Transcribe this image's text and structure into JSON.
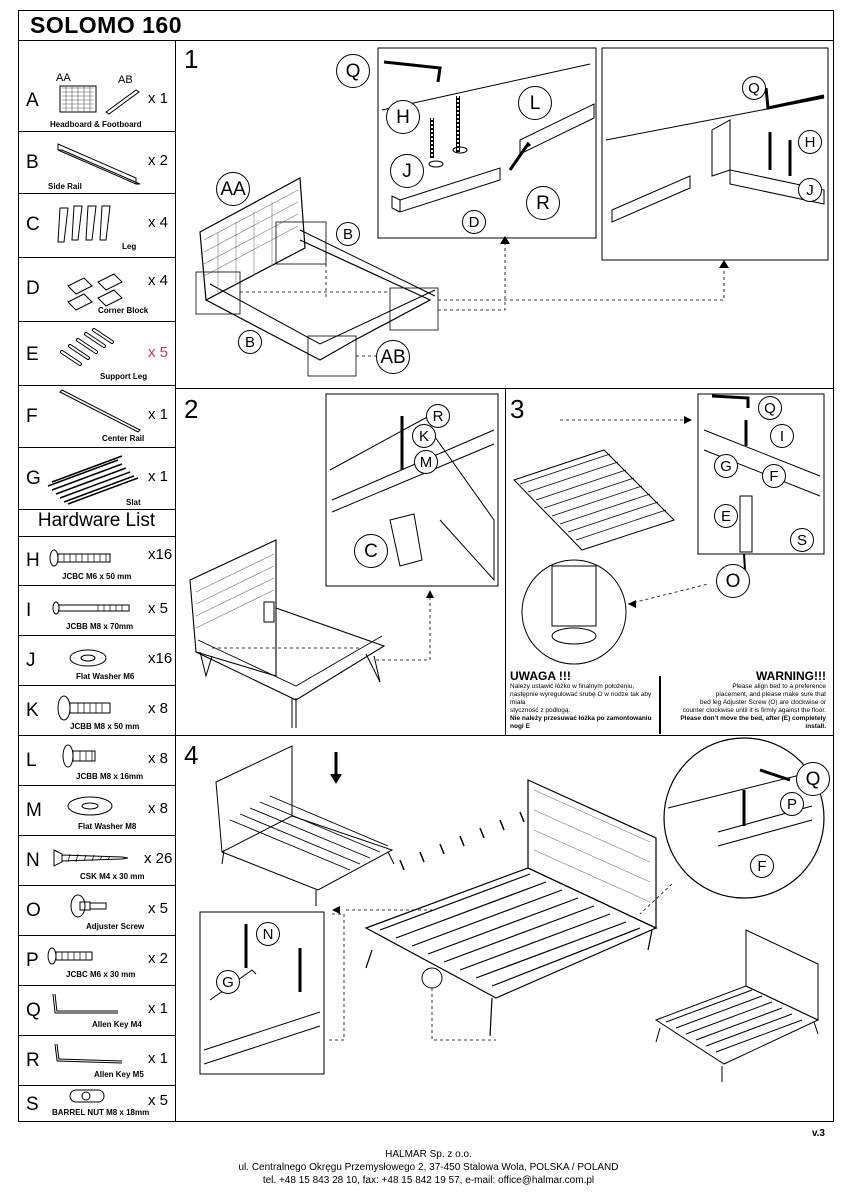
{
  "title": "SOLOMO 160",
  "parts": [
    {
      "letter": "A",
      "labels": [
        "AA",
        "AB"
      ],
      "caption": "Headboard & Footboard",
      "qty": "x 1"
    },
    {
      "letter": "B",
      "caption": "Side Rail",
      "qty": "x 2"
    },
    {
      "letter": "C",
      "caption": "Leg",
      "qty": "x 4"
    },
    {
      "letter": "D",
      "caption": "Corner Block",
      "qty": "x 4"
    },
    {
      "letter": "E",
      "caption": "Support Leg",
      "qty": "x 5"
    },
    {
      "letter": "F",
      "caption": "Center Rail",
      "qty": "x 1"
    },
    {
      "letter": "G",
      "caption": "Slat",
      "qty": "x 1"
    }
  ],
  "hardware_title": "Hardware List",
  "hardware": [
    {
      "letter": "H",
      "caption": "JCBC M6 x 50 mm",
      "qty": "x16"
    },
    {
      "letter": "I",
      "caption": "JCBB M8 x 70mm",
      "qty": "x 5"
    },
    {
      "letter": "J",
      "caption": "Flat Washer M6",
      "qty": "x16"
    },
    {
      "letter": "K",
      "caption": "JCBB M8 x 50 mm",
      "qty": "x 8"
    },
    {
      "letter": "L",
      "caption": "JCBB M8 x 16mm",
      "qty": "x 8"
    },
    {
      "letter": "M",
      "caption": "Flat Washer M8",
      "qty": "x 8"
    },
    {
      "letter": "N",
      "caption": "CSK M4 x 30 mm",
      "qty": "x 26"
    },
    {
      "letter": "O",
      "caption": "Adjuster Screw",
      "qty": "x 5"
    },
    {
      "letter": "P",
      "caption": "JCBC M6 x 30 mm",
      "qty": "x 2"
    },
    {
      "letter": "Q",
      "caption": "Allen Key M4",
      "qty": "x 1"
    },
    {
      "letter": "R",
      "caption": "Allen Key M5",
      "qty": "x 1"
    },
    {
      "letter": "S",
      "caption": "BARREL NUT M8 x 18mm",
      "qty": "x 5"
    }
  ],
  "steps": {
    "s1": "1",
    "s2": "2",
    "s3": "3",
    "s4": "4"
  },
  "step1_labels": {
    "aa": "AA",
    "b1": "B",
    "b2": "B",
    "ab": "AB",
    "q": "Q",
    "h": "H",
    "j": "J",
    "l": "L",
    "r": "R",
    "d": "D",
    "q2": "Q",
    "h2": "H",
    "j2": "J"
  },
  "step2_labels": {
    "r": "R",
    "k": "K",
    "m": "M",
    "c": "C"
  },
  "step3_labels": {
    "q": "Q",
    "i": "I",
    "g": "G",
    "f": "F",
    "e": "E",
    "s": "S",
    "o": "O"
  },
  "step4_labels": {
    "q": "Q",
    "p": "P",
    "f": "F",
    "n": "N",
    "g": "G"
  },
  "uwaga": {
    "title": "UWAGA !!!",
    "lines": [
      "Należy ustawić łóżko w finalnym położeniu,",
      "następnie wyregulować śrubę O w nodze tak aby miała",
      "styczność z podłogą.",
      "Nie należy przesuwać łóżka po zamontowaniu nogi E"
    ]
  },
  "warning": {
    "title": "WARNING!!!",
    "lines": [
      "Please align bed to a preference",
      "placement, and please make sure that",
      "bed leg Adjuster Screw (O) are clockwise or",
      "counter clockwise until it is firmly against the floor.",
      "Please don't move the bed, after (E) completely install."
    ]
  },
  "version": "v.3",
  "footer": [
    "HALMAR Sp. z o.o.",
    "ul. Centralnego Okręgu Przemysłowego 2, 37-450 Stalowa Wola, POLSKA / POLAND",
    "tel. +48 15 843 28 10, fax: +48 15 842 19 57, e-mail: office@halmar.com.pl"
  ]
}
